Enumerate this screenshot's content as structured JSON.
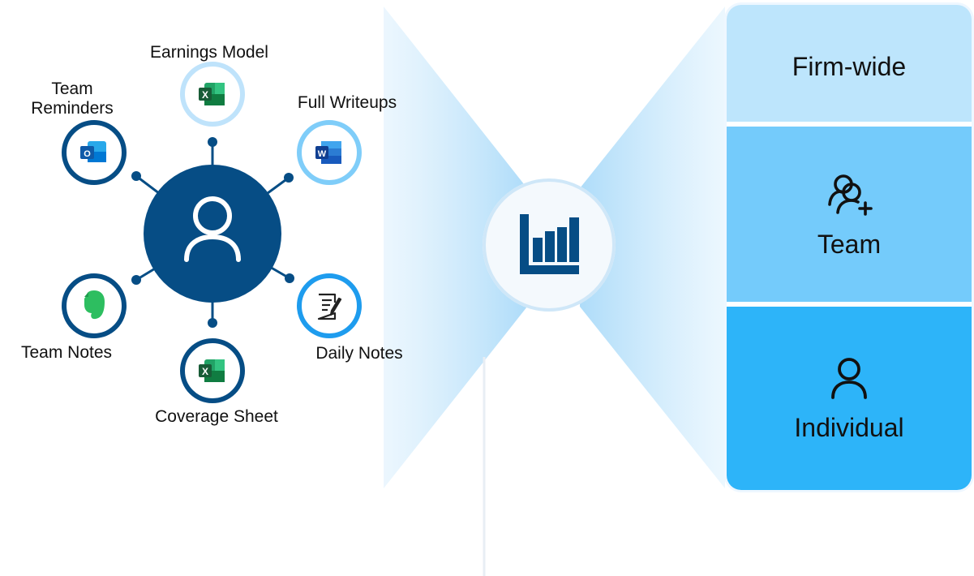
{
  "apps": [
    {
      "label": "Earnings Model",
      "icon": "excel-icon"
    },
    {
      "label": "Full Writeups",
      "icon": "word-icon"
    },
    {
      "label": "Daily Notes",
      "icon": "notepad-icon"
    },
    {
      "label": "Coverage Sheet",
      "icon": "excel-icon"
    },
    {
      "label": "Team Notes",
      "icon": "evernote-icon"
    },
    {
      "label": "Team\nReminders",
      "icon": "outlook-icon"
    }
  ],
  "hub": {
    "icon": "user-icon"
  },
  "center": {
    "icon": "bar-chart-icon"
  },
  "tiers": [
    {
      "label": "Firm-wide",
      "icon": "",
      "color": "#bde5fc"
    },
    {
      "label": "Team",
      "icon": "team-add-icon",
      "color": "#74cbfb"
    },
    {
      "label": "Individual",
      "icon": "user-icon",
      "color": "#2db4f9"
    }
  ],
  "colors": {
    "navy": "#064d85",
    "ring_light": "#bfe3fb",
    "ring_mid": "#7fcdf9",
    "ring_bright": "#1e9cee",
    "excel_green": "#1e7145",
    "word_blue": "#2b579a",
    "outlook_blue": "#0f6cbd",
    "evernote_green": "#2dbe60"
  }
}
